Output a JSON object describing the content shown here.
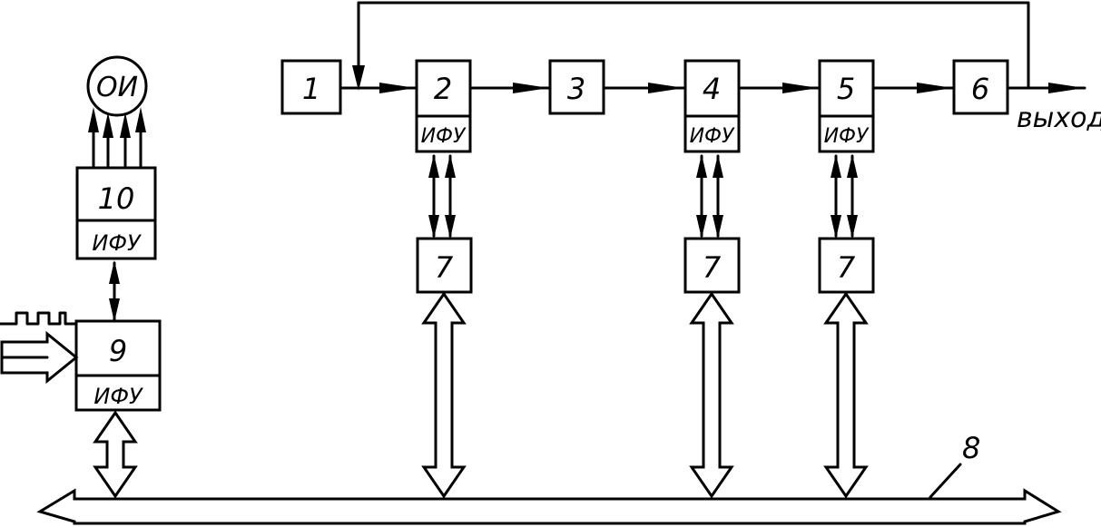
{
  "blocks": {
    "b1": "1",
    "b2": "2",
    "b3": "3",
    "b4": "4",
    "b5": "5",
    "b6": "6",
    "b7a": "7",
    "b7b": "7",
    "b7c": "7",
    "b9": "9",
    "b10": "10",
    "oi": "ОИ",
    "bus": "8"
  },
  "sub_labels": {
    "b2": "ИФУ",
    "b4": "ИФУ",
    "b5": "ИФУ",
    "b9": "ИФУ",
    "b10": "ИФУ"
  },
  "output_label": "выход"
}
